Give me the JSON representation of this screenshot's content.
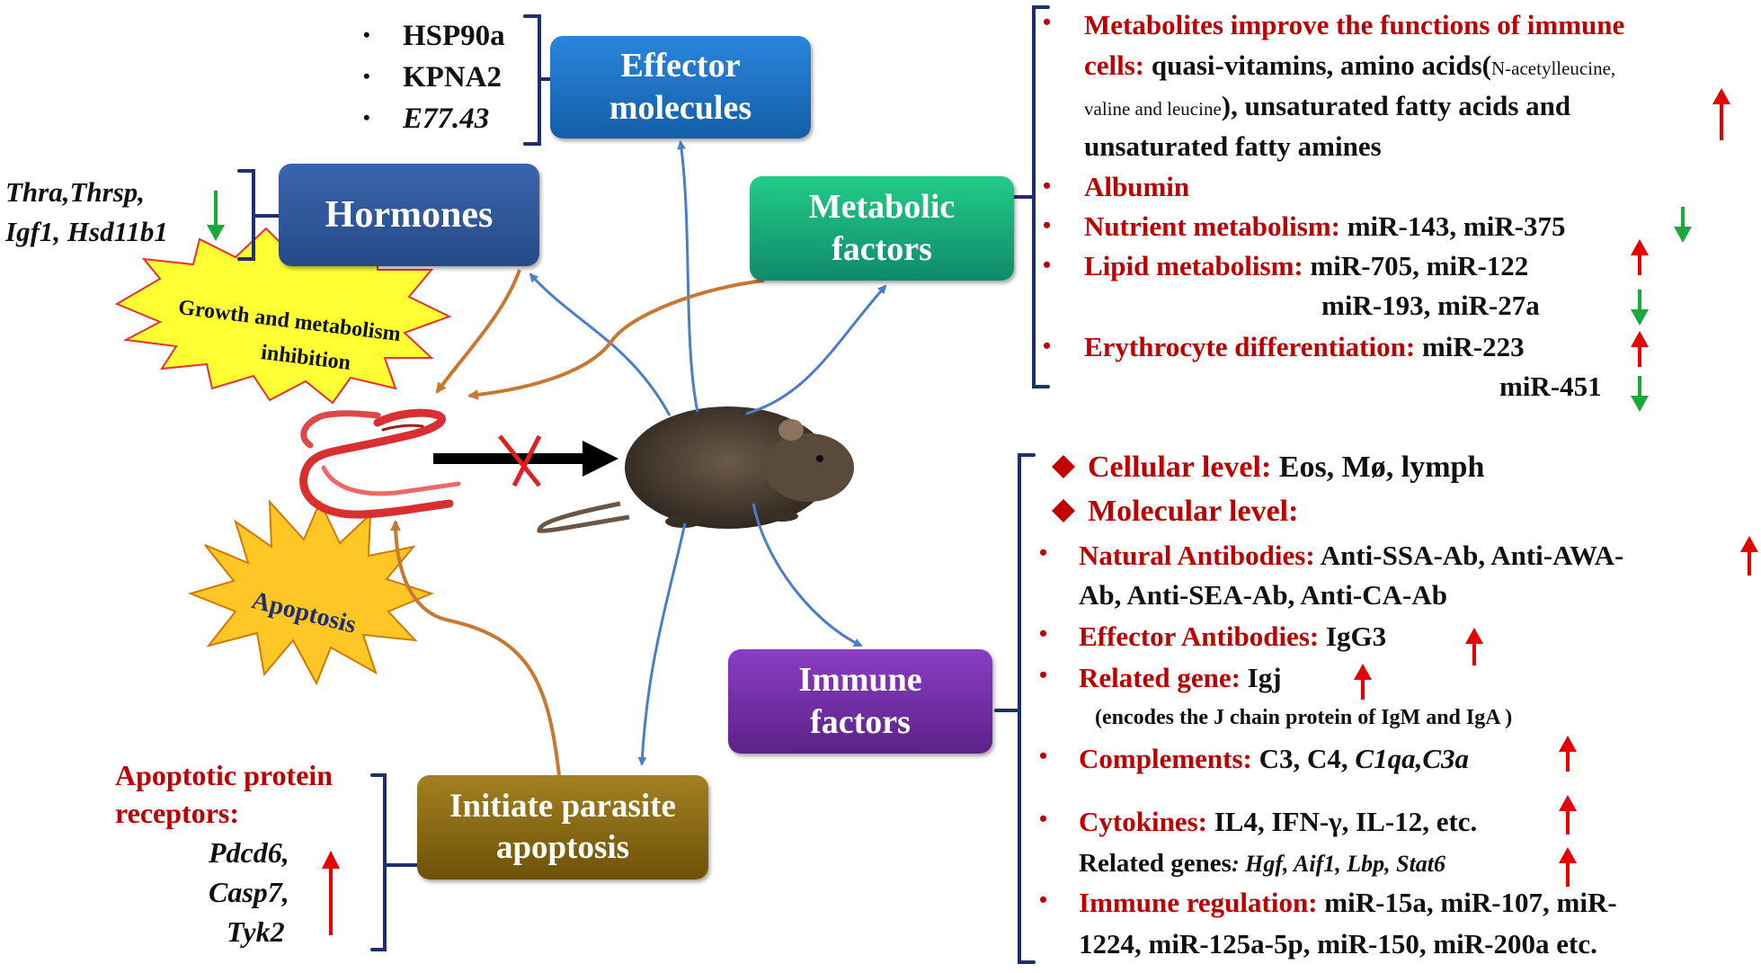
{
  "boxes": {
    "effector": {
      "line1": "Effector",
      "line2": "molecules",
      "color": "#1f74c8"
    },
    "hormones": {
      "label": "Hormones",
      "color": "#2e5597"
    },
    "metabolic": {
      "line1": "Metabolic",
      "line2": "factors",
      "color": "#17a978"
    },
    "immune": {
      "line1": "Immune",
      "line2": "factors",
      "color": "#7030a0"
    },
    "apoptosis_box": {
      "line1": "Initiate parasite",
      "line2": "apoptosis",
      "color": "#8a6a10"
    }
  },
  "effector_list": [
    "HSP90a",
    "KPNA2",
    "E77.43"
  ],
  "hormone_genes": {
    "line1": "Thra,Thrsp,",
    "line2": "Igf1, Hsd11b1"
  },
  "bursts": {
    "growth": {
      "line1": "Growth and metabolism",
      "line2": "inhibition"
    },
    "apoptosis": "Apoptosis"
  },
  "apoptotic": {
    "title1": "Apoptotic protein",
    "title2": "receptors:",
    "genes": [
      "Pdcd6,",
      "Casp7,",
      "Tyk2"
    ]
  },
  "metabolic_list": {
    "item1": {
      "red": "Metabolites improve the functions of immune",
      "red2": "cells:",
      "black1": " quasi-vitamins, amino acids(",
      "small1": "N-acetylleucine,",
      "small2": "valine and leucine",
      "black2": "), unsaturated fatty acids and",
      "black3": "unsaturated fatty amines"
    },
    "item2": "Albumin",
    "item3": {
      "red": "Nutrient metabolism:",
      "black": " miR-143, miR-375"
    },
    "item4": {
      "red": "Lipid metabolism:",
      "black": " miR-705, miR-122",
      "black2": "miR-193, miR-27a"
    },
    "item5": {
      "red": "Erythrocyte differentiation:",
      "black": " miR-223",
      "black2": "miR-451"
    }
  },
  "immune_list": {
    "cellular": {
      "red": "Cellular level:",
      "black": " Eos, Mø, lymph"
    },
    "molecular": {
      "red": "Molecular level:"
    },
    "natural": {
      "red": "Natural Antibodies:",
      "black": " Anti-SSA-Ab, Anti-AWA-",
      "black2": "Ab, Anti-SEA-Ab,  Anti-CA-Ab"
    },
    "effector": {
      "red": "Effector Antibodies:",
      "black": " IgG3"
    },
    "related": {
      "red": "Related gene:",
      "black": "  Igj",
      "note": "(encodes the J chain protein of IgM and IgA )"
    },
    "complements": {
      "red": "Complements:",
      "black": " C3, C4, ",
      "italic": "C1qa,C3a"
    },
    "cytokines": {
      "red": "Cytokines:",
      "black": " IL4, IFN-γ, IL-12, etc.",
      "genes_label": "Related genes",
      "genes": ": Hgf, Aif1, Lbp, Stat6"
    },
    "regulation": {
      "red": "Immune regulation:",
      "black": " miR-15a, miR-107, miR-",
      "black2": "1224, miR-125a-5p, miR-150, miR-200a  etc."
    }
  },
  "colors": {
    "red_text": "#c00000",
    "up_arrow": "#e60000",
    "down_arrow": "#1aaa3c",
    "blue_arrow": "#4a7fc8",
    "orange_arrow": "#c87830",
    "bracket": "#1f2f6e",
    "burst_fill": "#ffff33",
    "burst_stroke": "#e83030"
  }
}
